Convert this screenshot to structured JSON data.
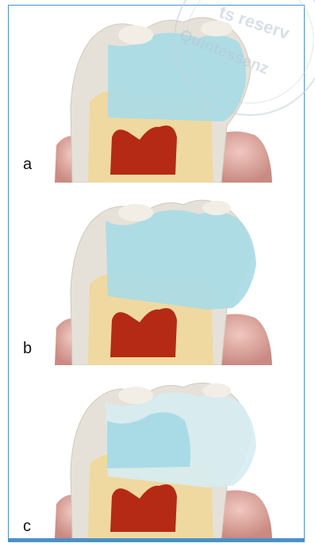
{
  "figure": {
    "panels": [
      {
        "label": "a",
        "fill": "occlusal-only"
      },
      {
        "label": "b",
        "fill": "full-extension-mesial"
      },
      {
        "label": "c",
        "fill": "layered-occlusal"
      }
    ]
  },
  "watermark": {
    "line1": "ts reserv",
    "line2": "Quintessenz"
  },
  "colors": {
    "border": "#4a90c8",
    "enamel": "#e6e1d8",
    "dentin": "#efd9a0",
    "pulp": "#b52a14",
    "gingiva": "#dfa8a0",
    "restoration": "#a9dbe6"
  }
}
